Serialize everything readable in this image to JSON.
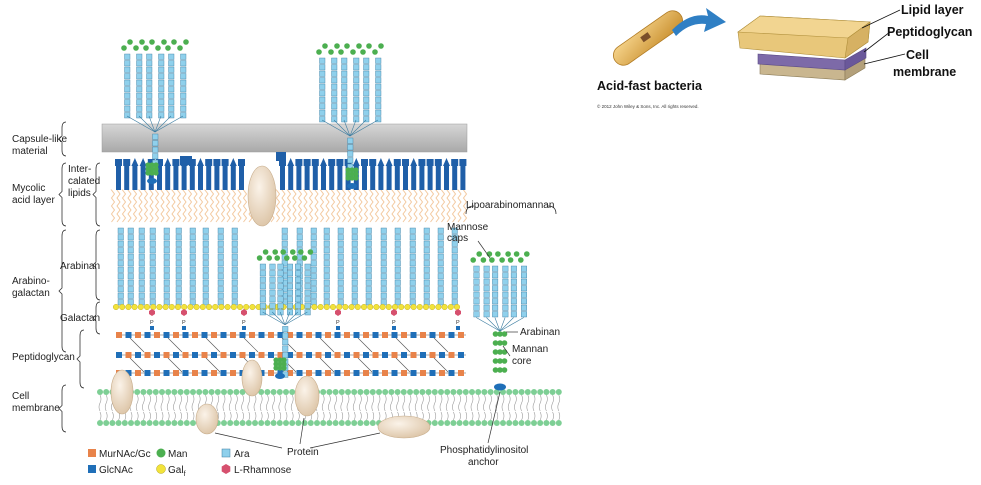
{
  "left_labels": {
    "capsule_like": [
      "Capsule-like",
      "material"
    ],
    "mycolic_acid_layer": [
      "Mycolic",
      "acid layer"
    ],
    "intercalated_lipids": [
      "Inter-",
      "calated",
      "lipids"
    ],
    "arabinogalactan": [
      "Arabino-",
      "galactan"
    ],
    "arabinan": "Arabinan",
    "galactan": "Galactan",
    "peptidoglycan": "Peptidoglycan",
    "cell_membrane": [
      "Cell",
      "membrane"
    ]
  },
  "right_labels": {
    "lipoarabinomannan": "Lipoarabinomannan",
    "mannose_caps": [
      "Mannose",
      "caps"
    ],
    "arabinan": "Arabinan",
    "mannan_core": [
      "Mannan",
      "core"
    ],
    "protein": "Protein",
    "phosphatidylinositol_anchor": [
      "Phosphatidylinositol",
      "anchor"
    ],
    "phosphate": "P"
  },
  "legend": [
    {
      "label": "MurNAc/Gc",
      "shape": "square",
      "color": "#e8834a"
    },
    {
      "label": "Man",
      "shape": "circle",
      "color": "#4caf50"
    },
    {
      "label": "Ara",
      "shape": "square",
      "color": "#8fd0ec"
    },
    {
      "label": "GlcNAc",
      "shape": "square",
      "color": "#1f6fb8"
    },
    {
      "label": "Gal",
      "subscript": "f",
      "shape": "circle",
      "color": "#f2e33a"
    },
    {
      "label": "L-Rhamnose",
      "shape": "hexagon",
      "color": "#d6506e"
    }
  ],
  "inset": {
    "bacteria_label": "Acid-fast bacteria",
    "copyright": "© 2012 John Wiley & Sons, Inc. All rights reserved.",
    "layers": [
      "Lipid layer",
      "Peptidoglycan",
      "Cell",
      "membrane"
    ]
  },
  "colors": {
    "capsule": "#c0c0c0",
    "mycolic_head": "#1f5fa8",
    "lipid_tail": "#f3c9a0",
    "arabinose": "#8fd0ec",
    "galactose": "#f2e33a",
    "mannose": "#4caf50",
    "murnac": "#e8834a",
    "glcnac": "#1f6fb8",
    "rhamnose": "#d6506e",
    "protein": "#ecdcc8",
    "membrane_head": "#7ecf95",
    "inset_lipid": "#e8c77a",
    "inset_pg": "#7d6aa8",
    "inset_membrane": "#c9b68f",
    "inset_rod": "#e7b85a",
    "inset_arrow": "#2f7fc4"
  }
}
